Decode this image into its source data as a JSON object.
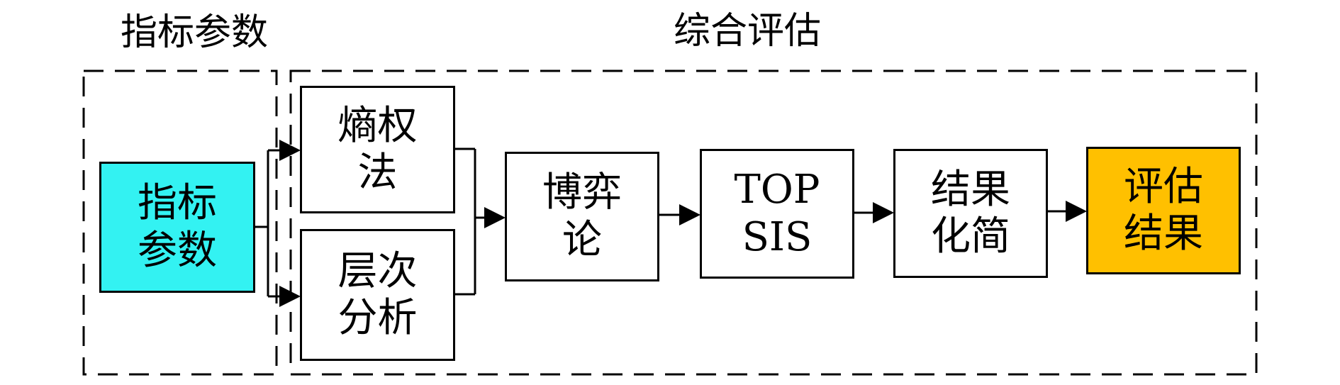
{
  "groups": {
    "input_title": "指标参数",
    "eval_title": "综合评估"
  },
  "nodes": {
    "params": {
      "line1": "指标",
      "line2": "参数",
      "fill": "#33F2F2"
    },
    "entropy": {
      "line1": "熵权",
      "line2": "法"
    },
    "ahp": {
      "line1": "层次",
      "line2": "分析"
    },
    "game": {
      "line1": "博弈",
      "line2": "论"
    },
    "topsis": {
      "line1": "TOP",
      "line2": "SIS"
    },
    "simplify": {
      "line1": "结果",
      "line2": "化简"
    },
    "result": {
      "line1": "评估",
      "line2": "结果",
      "fill": "#FFC000"
    }
  }
}
